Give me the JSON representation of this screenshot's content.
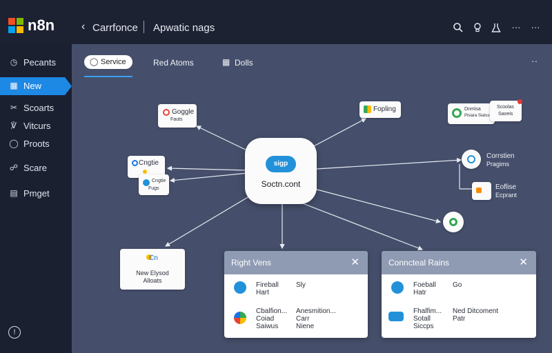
{
  "header": {
    "brand": "n8n",
    "workflow_name": "Carrfonce",
    "workflow_title": "Apwatic nags",
    "icons": [
      "search-icon",
      "bulb-icon",
      "flask-icon",
      "more-icon",
      "more-icon"
    ]
  },
  "sidebar": {
    "items": [
      {
        "label": "Pecants",
        "icon": "history-icon"
      },
      {
        "label": "New",
        "icon": "calendar-icon",
        "active": true
      },
      {
        "label": "Scoarts",
        "icon": "scissors-icon"
      },
      {
        "label": "Vitcurs",
        "icon": "chart-icon"
      },
      {
        "label": "Proots",
        "icon": "pin-icon"
      },
      {
        "label": "Scare",
        "icon": "share-icon"
      },
      {
        "label": "Pmget",
        "icon": "window-icon"
      }
    ],
    "help_icon": "help-icon"
  },
  "tabs": [
    {
      "label": "Service",
      "icon": "user-icon",
      "active": true
    },
    {
      "label": "Red Atoms"
    },
    {
      "label": "Dolls",
      "icon": "grid-icon"
    }
  ],
  "canvas": {
    "center": {
      "label": "Soctn.cont",
      "badge": "sigp"
    },
    "nodes": [
      {
        "label": "Goggle",
        "sub": "Fauts"
      },
      {
        "label": "Fopling"
      },
      {
        "label": "Dnmisa",
        "sub": "Pisiara Siatsss"
      },
      {
        "label": "Scoolas",
        "sub": "Saoeis"
      },
      {
        "label": "Cngtie"
      },
      {
        "label": "Cngtie",
        "sub": "Fugs"
      },
      {
        "label": "Corrstien",
        "sub": "Pragims"
      },
      {
        "label": "Eoflise",
        "sub": "Ecprant"
      },
      {
        "label": "Cn",
        "sub": "New Elysod Alloats"
      }
    ]
  },
  "panels": [
    {
      "title": "Right Vens",
      "rows": [
        {
          "col1": [
            "Fireball",
            "Hart"
          ],
          "col2": [
            "Sly"
          ]
        },
        {
          "col1": [
            "Cbalfion...",
            "Coiad",
            "Saiwus"
          ],
          "col2": [
            "Anesmition...",
            "Carr",
            "Niene"
          ]
        }
      ]
    },
    {
      "title": "Conncteal Rains",
      "rows": [
        {
          "col1": [
            "Foeball",
            "Hatr"
          ],
          "col2": [
            "Go"
          ]
        },
        {
          "col1": [
            "Fhalfim...",
            "Sotall",
            "Siccps"
          ],
          "col2": [
            "Ned Ditcoment",
            "Patr"
          ]
        }
      ]
    }
  ],
  "colors": {
    "canvas": "#454f6b",
    "sidebar": "#1b2031",
    "accent": "#1e88e5",
    "panel_header": "#8f9ab3"
  }
}
